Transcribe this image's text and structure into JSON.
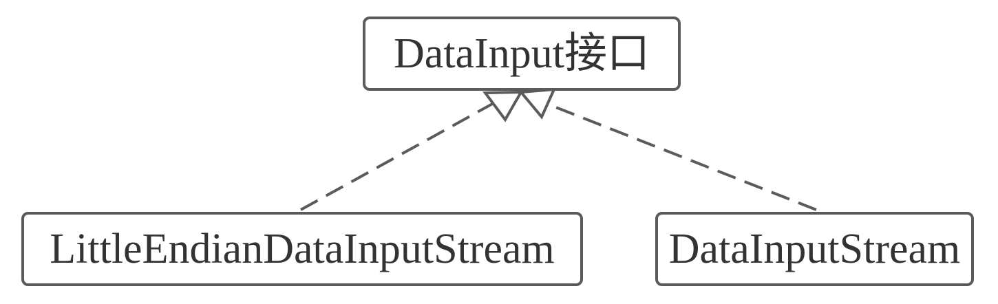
{
  "diagram": {
    "type": "uml-class-realization",
    "colors": {
      "stroke": "#5b5b5b",
      "text": "#333333",
      "background": "#ffffff"
    },
    "nodes": {
      "interface": {
        "label": "DataInput接口"
      },
      "little_endian": {
        "label": "LittleEndianDataInputStream"
      },
      "data_input_stream": {
        "label": "DataInputStream"
      }
    },
    "edges": [
      {
        "from": "little_endian",
        "to": "interface",
        "style": "dashed",
        "arrowhead": "hollow-triangle"
      },
      {
        "from": "data_input_stream",
        "to": "interface",
        "style": "dashed",
        "arrowhead": "hollow-triangle"
      }
    ]
  }
}
